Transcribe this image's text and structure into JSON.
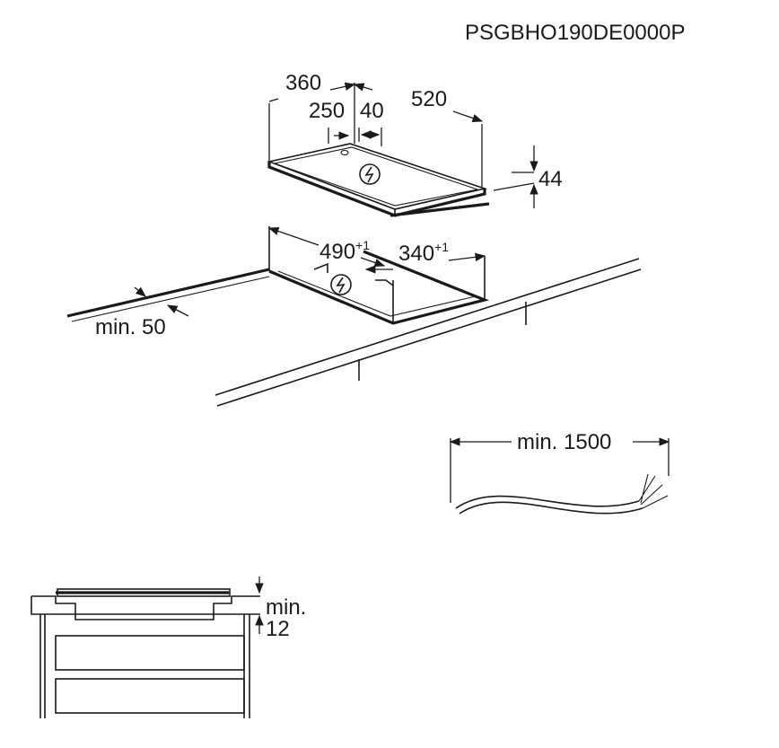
{
  "header": {
    "model_code": "PSGBHO190DE0000P"
  },
  "hob_dimensions": {
    "depth": "360",
    "width": "520",
    "sub_depth": "250",
    "sub_offset": "40",
    "height": "44"
  },
  "cutout": {
    "width": "490",
    "width_tolerance": "+1",
    "depth": "340",
    "depth_tolerance": "+1",
    "min_edge_distance": "min. 50"
  },
  "cable": {
    "min_length": "min. 1500"
  },
  "side_section": {
    "min_label": "min.",
    "min_gap": "12"
  },
  "icons": {
    "electric": "lightning-in-circle-icon"
  }
}
